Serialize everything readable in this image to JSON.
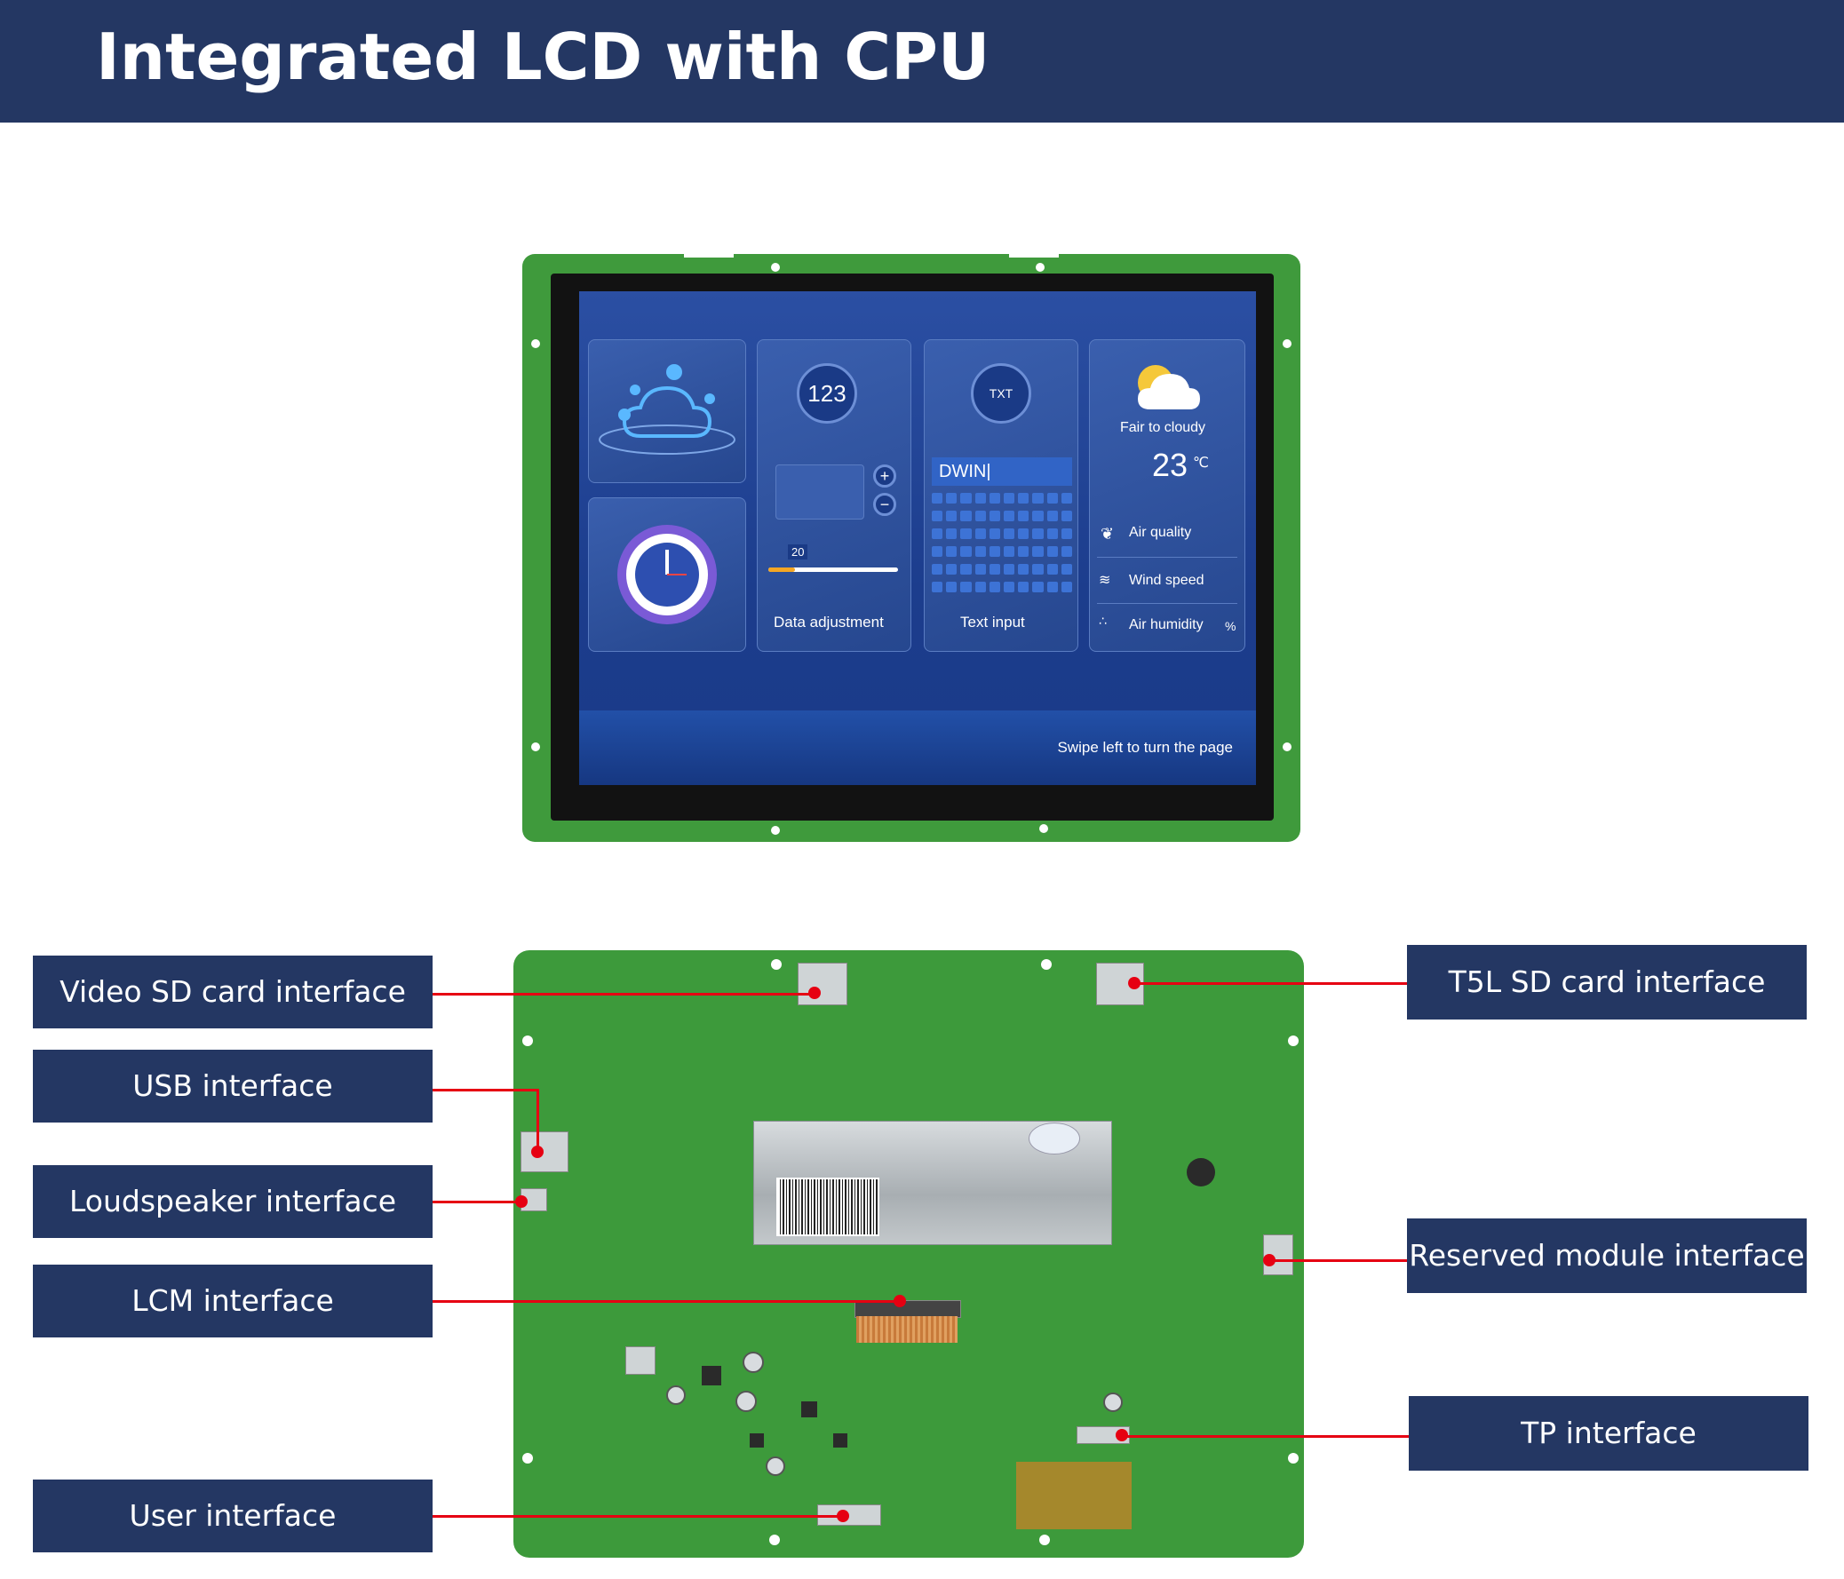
{
  "header": {
    "title": "Integrated LCD with CPU"
  },
  "screen": {
    "data_adjust_value": "123",
    "slider_value": "20",
    "data_adjust_label": "Data adjustment",
    "text_input_field": "DWIN|",
    "file_icon_text": "TXT",
    "text_input_label": "Text input",
    "weather_condition": "Fair to cloudy",
    "temperature": "23",
    "temperature_unit": "℃",
    "air_quality": "Air quality",
    "wind_speed": "Wind speed",
    "air_humidity": "Air humidity",
    "humidity_unit": "%",
    "swipe_hint": "Swipe left to turn the page"
  },
  "labels": {
    "video_sd": "Video SD card interface",
    "usb": "USB interface",
    "loudspeaker": "Loudspeaker interface",
    "lcm": "LCM interface",
    "user": "User interface",
    "t5l_sd": "T5L SD card interface",
    "reserved_module": "Reserved module interface",
    "tp": "TP interface"
  },
  "colors": {
    "label_bg": "#243763",
    "leader_line": "#e60012",
    "pcb_green": "#3d9a3b"
  }
}
